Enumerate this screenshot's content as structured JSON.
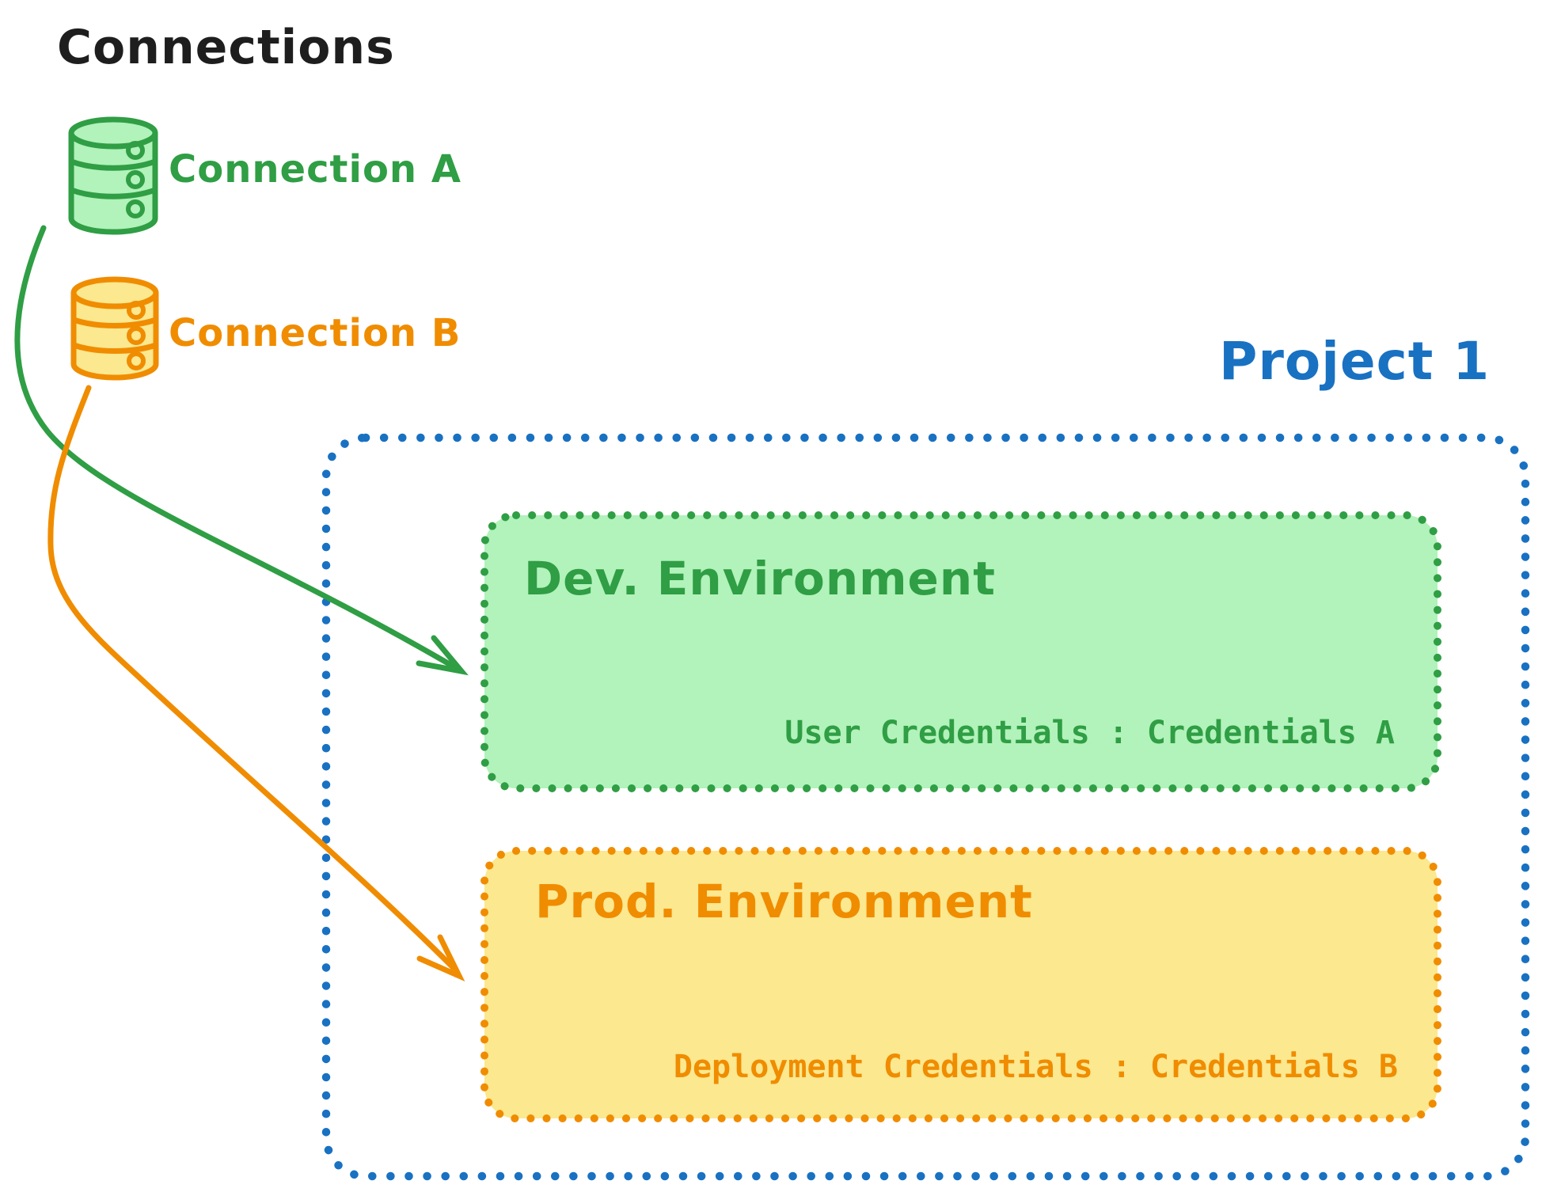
{
  "diagram": {
    "connections_panel": {
      "title": "Connections",
      "items": [
        {
          "label": "Connection A",
          "color": "#2f9e44",
          "icon": "database-icon"
        },
        {
          "label": "Connection B",
          "color": "#f08c00",
          "icon": "database-icon"
        }
      ]
    },
    "project": {
      "title": "Project 1",
      "color": "#1971c2",
      "environments": [
        {
          "name": "Dev. Environment",
          "credentials": "User Credentials : Credentials A",
          "stroke_color": "#2f9e44",
          "fill_color": "#b2f2bb"
        },
        {
          "name": "Prod. Environment",
          "credentials": "Deployment Credentials : Credentials B",
          "stroke_color": "#f08c00",
          "fill_color": "#fbe88f"
        }
      ]
    },
    "arrows": [
      {
        "name": "connection-a-to-dev-environment",
        "color": "#2f9e44"
      },
      {
        "name": "connection-b-to-prod-environment",
        "color": "#f08c00"
      }
    ],
    "colors": {
      "title_text": "#1e1e1e",
      "background": "#ffffff",
      "project_border": "#1971c2"
    }
  }
}
